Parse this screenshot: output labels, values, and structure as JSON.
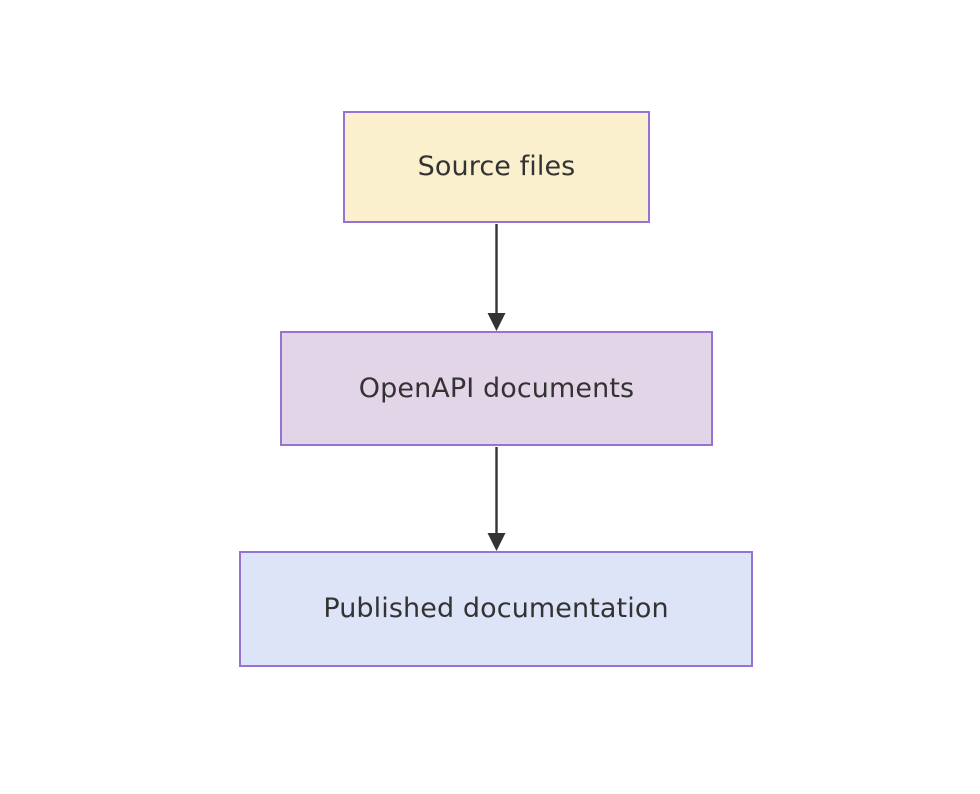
{
  "diagram": {
    "type": "flowchart",
    "direction": "top-to-bottom",
    "background_color": "#ffffff",
    "nodes": [
      {
        "id": "source-files",
        "label": "Source files",
        "fill_color": "#faf0cd",
        "border_color": "#9673d3",
        "text_color": "#333333"
      },
      {
        "id": "openapi-documents",
        "label": "OpenAPI documents",
        "fill_color": "#e3d5e8",
        "border_color": "#9673d3",
        "text_color": "#333333"
      },
      {
        "id": "published-documentation",
        "label": "Published documentation",
        "fill_color": "#dde4f7",
        "border_color": "#9673d3",
        "text_color": "#333333"
      }
    ],
    "edges": [
      {
        "id": "edge-source-to-openapi",
        "from": "source-files",
        "to": "openapi-documents",
        "label": "",
        "arrowhead": "filled-triangle",
        "line_color": "#333333"
      },
      {
        "id": "edge-openapi-to-published",
        "from": "openapi-documents",
        "to": "published-documentation",
        "label": "",
        "arrowhead": "filled-triangle",
        "line_color": "#333333"
      }
    ]
  }
}
